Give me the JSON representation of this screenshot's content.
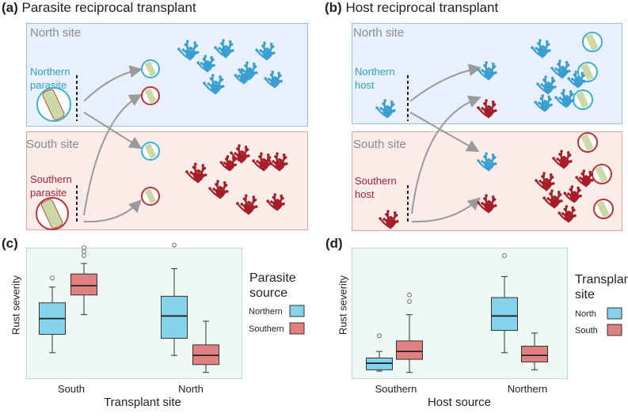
{
  "panel_a": {
    "letter": "(a)",
    "title": "Parasite reciprocal transplant",
    "north_site": "North site",
    "south_site": "South site",
    "northern_source": [
      "Northern",
      "parasite"
    ],
    "southern_source": [
      "Southern",
      "parasite"
    ]
  },
  "panel_b": {
    "letter": "(b)",
    "title": "Host reciprocal transplant",
    "north_site": "North site",
    "south_site": "South site",
    "northern_source": [
      "Northern",
      "host"
    ],
    "southern_source": [
      "Southern",
      "host"
    ]
  },
  "panel_c": {
    "letter": "(c)",
    "legend_title": [
      "Parasite",
      "source"
    ],
    "legend": [
      "Northern",
      "Southern"
    ]
  },
  "panel_d": {
    "letter": "(d)",
    "legend_title": [
      "Transplant",
      "site"
    ],
    "legend": [
      "North",
      "South"
    ]
  },
  "colors": {
    "blue_fill": "#84d3ea",
    "red_fill": "#e08080",
    "blue_plant": "#3a9fd0",
    "red_plant": "#a51e28",
    "plot_bg": "#eef9f6"
  },
  "chart_data": [
    {
      "type": "boxplot",
      "ylabel": "Rust severity",
      "xlabel": "Transplant site",
      "categories": [
        "South",
        "North"
      ],
      "series": [
        {
          "name": "Northern",
          "color": "#84d3ea",
          "boxes": [
            {
              "min": 0.2,
              "q1": 0.34,
              "median": 0.46,
              "q3": 0.58,
              "max": 0.7,
              "outliers": [
                0.77
              ]
            },
            {
              "min": 0.18,
              "q1": 0.31,
              "median": 0.48,
              "q3": 0.63,
              "max": 0.84,
              "outliers": [
                1.02
              ]
            }
          ]
        },
        {
          "name": "Southern",
          "color": "#e08080",
          "boxes": [
            {
              "min": 0.49,
              "q1": 0.64,
              "median": 0.71,
              "q3": 0.8,
              "max": 0.88,
              "outliers": [
                0.94,
                0.97,
                1.0
              ]
            },
            {
              "min": 0.05,
              "q1": 0.11,
              "median": 0.18,
              "q3": 0.26,
              "max": 0.44,
              "outliers": []
            }
          ]
        }
      ]
    },
    {
      "type": "boxplot",
      "ylabel": "Rust severity",
      "xlabel": "Host source",
      "categories": [
        "Southern",
        "Northern"
      ],
      "series": [
        {
          "name": "North",
          "color": "#84d3ea",
          "boxes": [
            {
              "min": 0.06,
              "q1": 0.07,
              "median": 0.12,
              "q3": 0.16,
              "max": 0.21,
              "outliers": [
                0.33
              ]
            },
            {
              "min": 0.2,
              "q1": 0.37,
              "median": 0.48,
              "q3": 0.62,
              "max": 0.78,
              "outliers": [
                0.94
              ]
            }
          ]
        },
        {
          "name": "South",
          "color": "#e08080",
          "boxes": [
            {
              "min": 0.05,
              "q1": 0.15,
              "median": 0.21,
              "q3": 0.29,
              "max": 0.49,
              "outliers": [
                0.59,
                0.64
              ]
            },
            {
              "min": 0.07,
              "q1": 0.13,
              "median": 0.18,
              "q3": 0.25,
              "max": 0.35,
              "outliers": []
            }
          ]
        }
      ]
    }
  ]
}
